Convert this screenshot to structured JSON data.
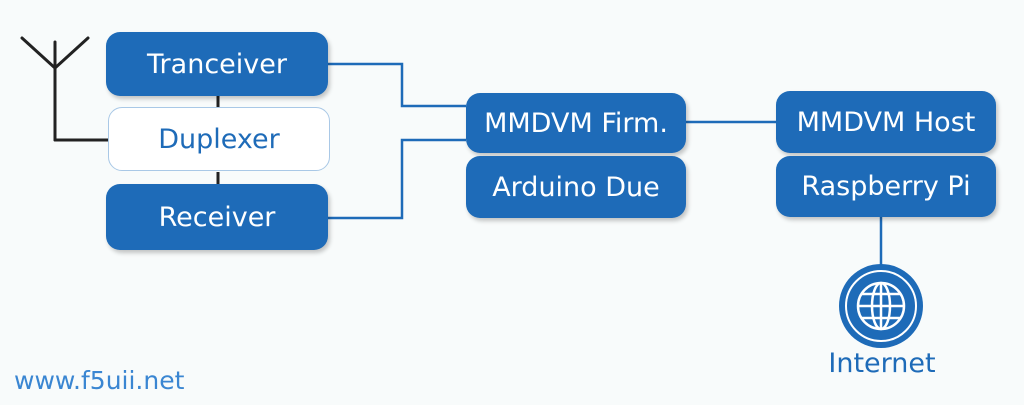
{
  "nodes": {
    "tranceiver": "Tranceiver",
    "duplexer": "Duplexer",
    "receiver": "Receiver",
    "mmdvm_firmware": "MMDVM Firm.",
    "arduino_due": "Arduino Due",
    "mmdvm_host": "MMDVM Host",
    "raspberry_pi": "Raspberry Pi"
  },
  "internet_label": "Internet",
  "watermark": "www.f5uii.net",
  "colors": {
    "primary": "#1e6bb8",
    "line": "#1e6bb8",
    "antenna": "#222222",
    "background": "#f8fbfb",
    "outline_fill": "#ffffff",
    "watermark": "#3a86d2"
  },
  "icons": {
    "antenna": "antenna-icon",
    "internet": "globe-icon"
  }
}
